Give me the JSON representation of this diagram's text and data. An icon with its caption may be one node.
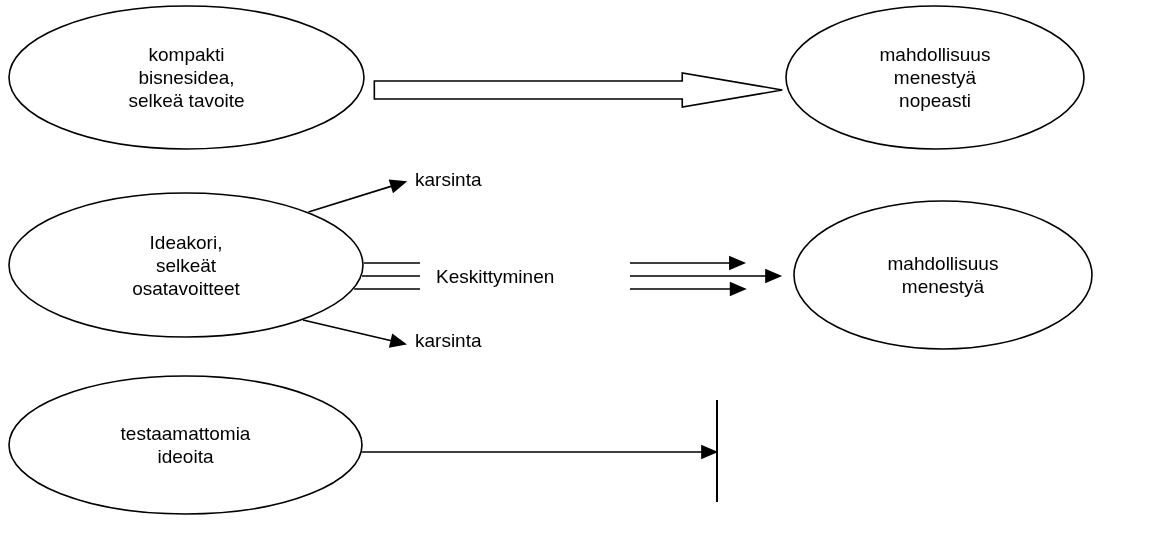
{
  "diagram": {
    "nodes": [
      {
        "text": [
          "kompakti bisnesidea, selkeä tavoite"
        ]
      },
      {
        "text": [
          "mahdollisuus menestyä nopeasti"
        ]
      },
      {
        "text": [
          "karsinta"
        ]
      },
      {
        "text": [
          "Ideakori, selkeät osatavoitteet"
        ]
      },
      {
        "text": [
          "Keskittyminen"
        ]
      },
      {
        "text": [
          "karsinta"
        ]
      },
      {
        "text": [
          "mahdollisuus menestyä"
        ]
      },
      {
        "text": [
          "testaamattomia ideoita"
        ]
      },
      {
        "text": [],
        "shape": "bar"
      }
    ],
    "edges": [
      {
        "from": 0,
        "to": 1,
        "arrow": "to",
        "style": "thick"
      },
      {
        "from": 3,
        "to": 2,
        "arrow": "to"
      },
      {
        "from": 3,
        "to": 4,
        "arrow": "none"
      },
      {
        "from": 3,
        "to": 4,
        "arrow": "none"
      },
      {
        "from": 3,
        "to": 4,
        "arrow": "none"
      },
      {
        "from": 4,
        "to": 6,
        "arrow": "to"
      },
      {
        "from": 4,
        "to": 6,
        "arrow": "to"
      },
      {
        "from": 4,
        "to": 6,
        "arrow": "to"
      },
      {
        "from": 3,
        "to": 5,
        "arrow": "to"
      },
      {
        "from": 7,
        "to": 8,
        "arrow": "to"
      }
    ]
  }
}
